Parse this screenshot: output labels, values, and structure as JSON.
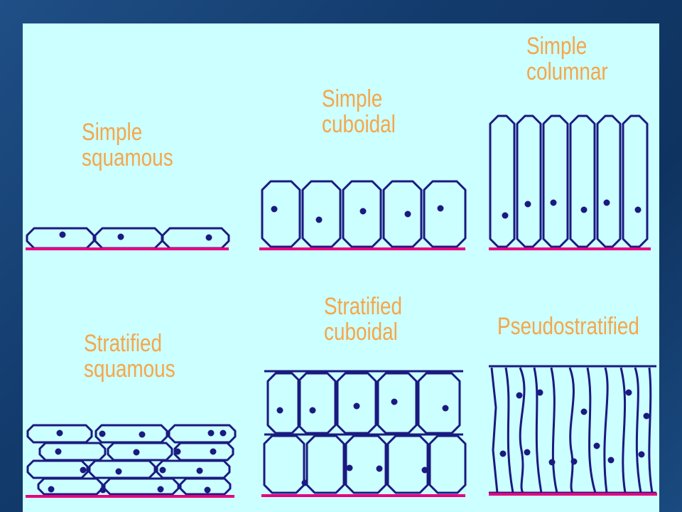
{
  "diagram": {
    "labels": {
      "simple_squamous": [
        "Simple",
        "squamous"
      ],
      "simple_cuboidal": [
        "Simple",
        "cuboidal"
      ],
      "simple_columnar": [
        "Simple",
        "columnar"
      ],
      "stratified_squamous": [
        "Stratified",
        "squamous"
      ],
      "stratified_cuboidal": [
        "Stratified",
        "cuboidal"
      ],
      "pseudostratified": [
        "Pseudostratified"
      ]
    },
    "colors": {
      "background": "#ccffff",
      "outline": "#1a1a80",
      "nucleus": "#1a1a80",
      "basement_membrane": "#e6007e",
      "label": "#f5a64a",
      "slide_background": "#163f72"
    }
  }
}
